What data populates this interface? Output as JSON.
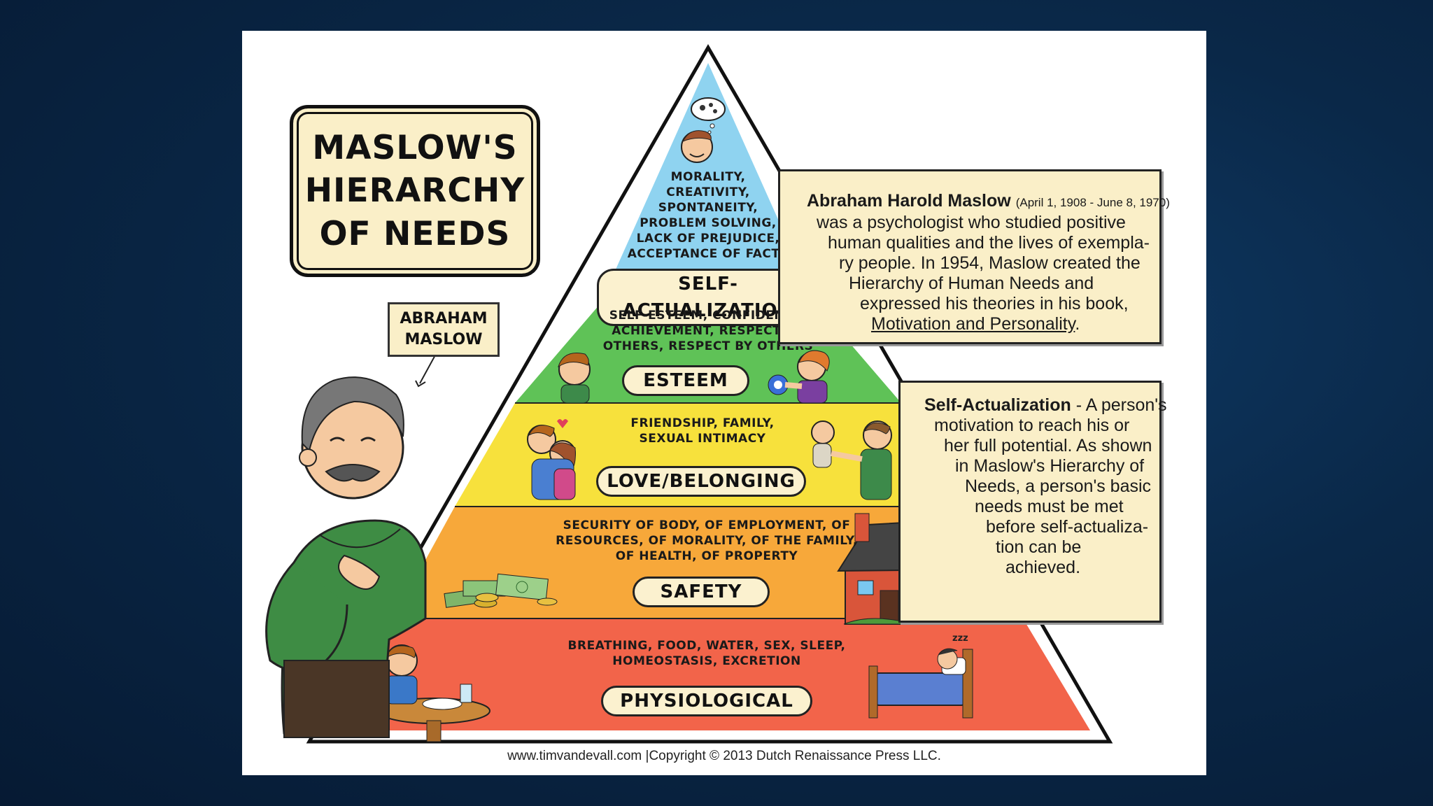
{
  "title": "MASLOW'S\nHIERARCHY\nOF NEEDS",
  "name_tag": "ABRAHAM\nMASLOW",
  "tiers": [
    {
      "label": "SELF-ACTUALIZATION",
      "description": "MORALITY,\nCREATIVITY,\nSPONTANEITY,\nPROBLEM SOLVING,\nLACK OF PREJUDICE,\nACCEPTANCE OF FACTS",
      "color": "#8fd3f0"
    },
    {
      "label": "ESTEEM",
      "description": "SELF-ESTEEM, CONFIDENCE,\nACHIEVEMENT, RESPECT OF\nOTHERS, RESPECT BY OTHERS",
      "color": "#5fc257"
    },
    {
      "label": "LOVE/BELONGING",
      "description": "FRIENDSHIP, FAMILY,\nSEXUAL INTIMACY",
      "color": "#f7e13c"
    },
    {
      "label": "SAFETY",
      "description": "SECURITY OF BODY, OF EMPLOYMENT, OF\nRESOURCES, OF MORALITY, OF THE FAMILY,\nOF HEALTH, OF PROPERTY",
      "color": "#f7a83a"
    },
    {
      "label": "PHYSIOLOGICAL",
      "description": "BREATHING, FOOD, WATER, SEX, SLEEP,\nHOMEOSTASIS, EXCRETION",
      "color": "#f2644a"
    }
  ],
  "bio": {
    "name": "Abraham Harold Maslow",
    "dates": "(April 1, 1908 - June 8, 1970)",
    "lines": [
      "was a psychologist who studied positive",
      "human qualities and the lives of exempla-",
      "ry people. In 1954, Maslow created the",
      "Hierarchy of Human Needs and",
      "expressed his theories in his book,"
    ],
    "book": "Motivation and Personality",
    "book_suffix": "."
  },
  "definition": {
    "term": "Self-Actualization",
    "first_line_rest": " - A person's",
    "lines": [
      "motivation to reach his or",
      "her full potential. As shown",
      "in Maslow's Hierarchy of",
      "Needs, a person's basic",
      "needs must be met",
      "before self-actualiza-",
      "tion can be",
      "achieved."
    ]
  },
  "copyright": "www.timvandevall.com |Copyright © 2013 Dutch Renaissance Press LLC.",
  "sleep_text": "zzz",
  "icons": [
    "thinking-child-icon",
    "child-with-ribbon-icon",
    "hugging-couple-icon",
    "parent-with-baby-icon",
    "money-stack-icon",
    "brick-house-icon",
    "child-eating-icon",
    "child-sleeping-bed-icon",
    "abraham-maslow-cartoon-icon"
  ]
}
